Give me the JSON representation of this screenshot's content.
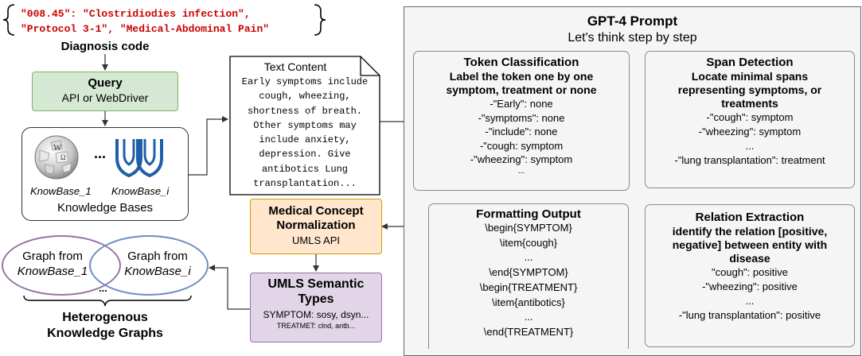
{
  "diagnosis": {
    "codes_line1": "\"008.45\": \"Clostridiodies infection\",",
    "codes_line2": "\"Protocol 3-1\", \"Medical-Abdominal Pain\"",
    "label": "Diagnosis code"
  },
  "query": {
    "title": "Query",
    "subtitle": "API or WebDriver"
  },
  "knowledge_bases": {
    "kb1": "KnowBase_1",
    "ellipsis": "...",
    "kbi": "KnowBase_i",
    "label": "Knowledge Bases"
  },
  "text_content": {
    "title": "Text Content",
    "lines": [
      "Early symptoms include",
      "cough, wheezing,",
      "shortness of breath.",
      "Other symptoms may",
      "include anxiety,",
      "depression. Give",
      "antibotics  Lung",
      "transplantation..."
    ]
  },
  "gpt4": {
    "title": "GPT-4 Prompt",
    "subtitle": "Let's think step by step"
  },
  "token_classification": {
    "title": "Token Classification",
    "instruction_line1": "Label the token one by one",
    "instruction_line2": "symptom, treatment  or none",
    "items": [
      "-\"Early\": none",
      "-\"symptoms\": none",
      "-\"include\": none",
      "-\"cough: symptom",
      "-\"wheezing\": symptom",
      "..."
    ]
  },
  "span_detection": {
    "title": "Span Detection",
    "instruction_line1": "Locate minimal spans",
    "instruction_line2": "representing symptoms, or",
    "instruction_line3": "treatments",
    "items": [
      "-\"cough\": symptom",
      "-\"wheezing\": symptom",
      "...",
      "-\"lung transplantation\": treatment"
    ]
  },
  "relation_extraction": {
    "title": "Relation Extraction",
    "instruction_line1": "identify the relation [positive,",
    "instruction_line2": "negative] between entity with",
    "instruction_line3": "disease",
    "items": [
      "\"cough\": positive",
      "-\"wheezing\": positive",
      "...",
      "-\"lung transplantation\": positive"
    ]
  },
  "formatting_output": {
    "title": "Formatting Output",
    "lines": [
      "\\begin{SYMPTOM}",
      "\\item{cough}",
      "...",
      "\\end{SYMPTOM}",
      "\\begin{TREATMENT}",
      "\\item{antibotics}",
      "...",
      "\\end{TREATMENT}"
    ]
  },
  "normalization": {
    "title_line1": "Medical Concept",
    "title_line2": "Normalization",
    "subtitle": "UMLS API"
  },
  "semantic_types": {
    "title_line1": "UMLS Semantic",
    "title_line2": "Types",
    "line1": "SYMPTOM: sosy, dsyn...",
    "line2": "TREATMET: clnd, antb..."
  },
  "graphs": {
    "left_line1": "Graph from",
    "left_line2": "KnowBase_1",
    "right_line1": "Graph from",
    "right_line2": "KnowBase_i",
    "ellipsis": "...",
    "label_line1": "Heterogenous",
    "label_line2": "Knowledge Graphs"
  },
  "colors": {
    "code_red": "#cc0000",
    "query_fill": "#d5e8d4",
    "query_border": "#82b366",
    "norm_fill": "#ffe6cc",
    "norm_border": "#d79b00",
    "sem_fill": "#e1d5e7",
    "sem_border": "#9673a6",
    "graph_left": "#9673a6",
    "graph_right": "#6c8ebf",
    "panel_fill": "#f5f5f5",
    "kb_blue": "#1f5fa8"
  }
}
